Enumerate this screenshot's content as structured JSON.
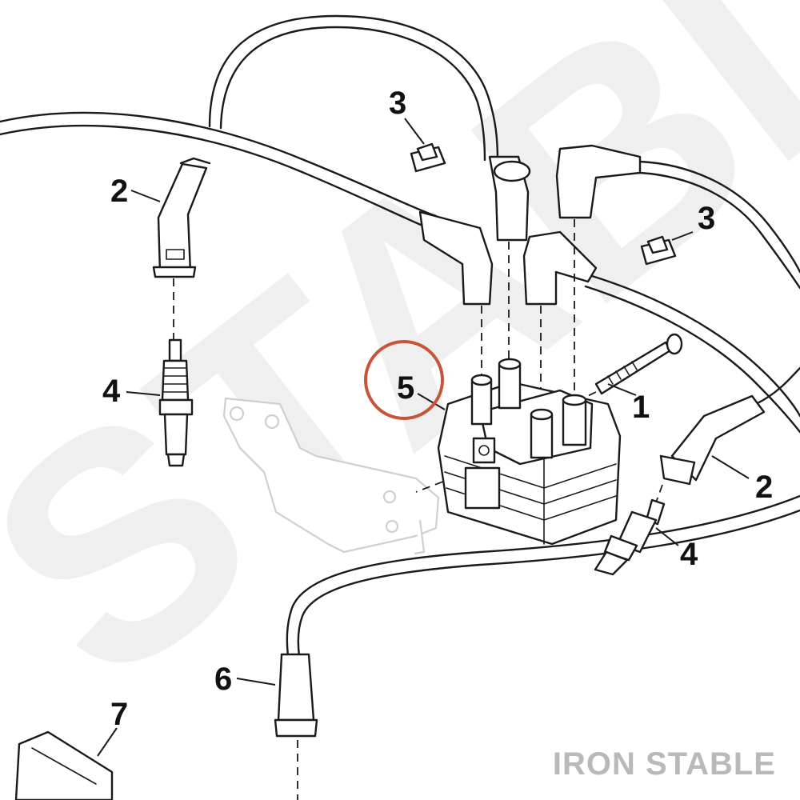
{
  "diagram": {
    "watermark_large": "STABLE",
    "watermark_brand": "IRON STABLE",
    "highlight_color": "#c8553a",
    "callouts": [
      {
        "id": "c1",
        "label": "1"
      },
      {
        "id": "c2a",
        "label": "2"
      },
      {
        "id": "c2b",
        "label": "2"
      },
      {
        "id": "c3a",
        "label": "3"
      },
      {
        "id": "c3b",
        "label": "3"
      },
      {
        "id": "c4a",
        "label": "4"
      },
      {
        "id": "c4b",
        "label": "4"
      },
      {
        "id": "c5",
        "label": "5"
      },
      {
        "id": "c6",
        "label": "6"
      },
      {
        "id": "c7",
        "label": "7"
      }
    ]
  }
}
